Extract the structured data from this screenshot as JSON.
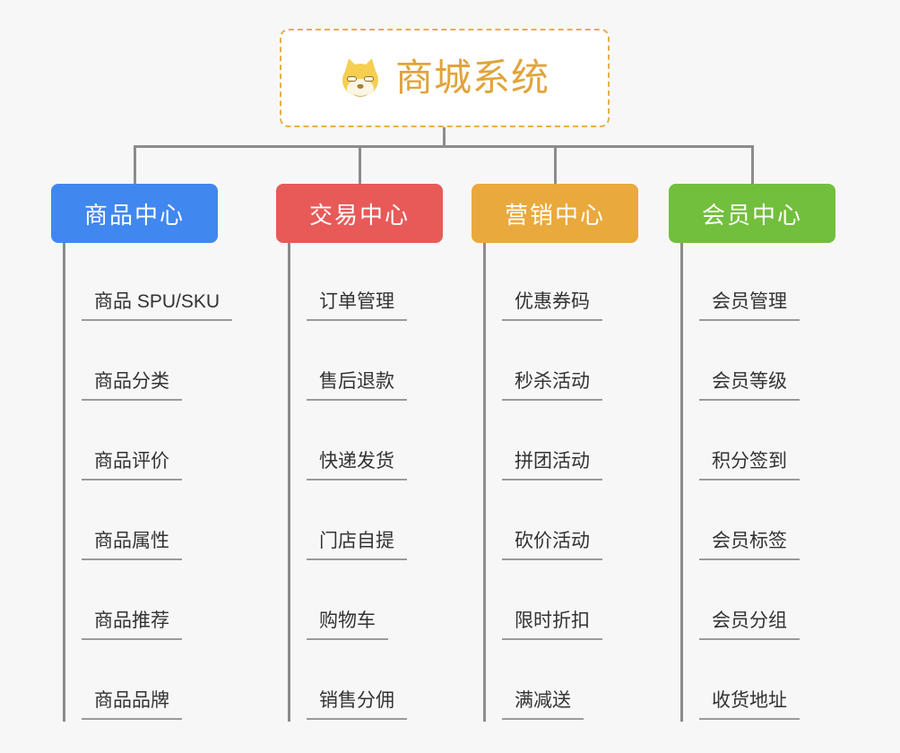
{
  "page": {
    "background_color": "#f7f7f7",
    "title": "商城系统"
  },
  "root": {
    "label": "商城系统",
    "icon": "shiba-dog-icon",
    "text_color": "#e0a43a",
    "border_color": "#e8ae4a",
    "background_color": "#ffffff"
  },
  "connector_color": "#8c8c8c",
  "columns": [
    {
      "label": "商品中心",
      "color": "#4187f0",
      "items": [
        "商品 SPU/SKU",
        "商品分类",
        "商品评价",
        "商品属性",
        "商品推荐",
        "商品品牌"
      ]
    },
    {
      "label": "交易中心",
      "color": "#e75a58",
      "items": [
        "订单管理",
        "售后退款",
        "快递发货",
        "门店自提",
        "购物车",
        "销售分佣"
      ]
    },
    {
      "label": "营销中心",
      "color": "#eaa93c",
      "items": [
        "优惠券码",
        "秒杀活动",
        "拼团活动",
        "砍价活动",
        "限时折扣",
        "满减送"
      ]
    },
    {
      "label": "会员中心",
      "color": "#72bf3d",
      "items": [
        "会员管理",
        "会员等级",
        "积分签到",
        "会员标签",
        "会员分组",
        "收货地址"
      ]
    }
  ]
}
